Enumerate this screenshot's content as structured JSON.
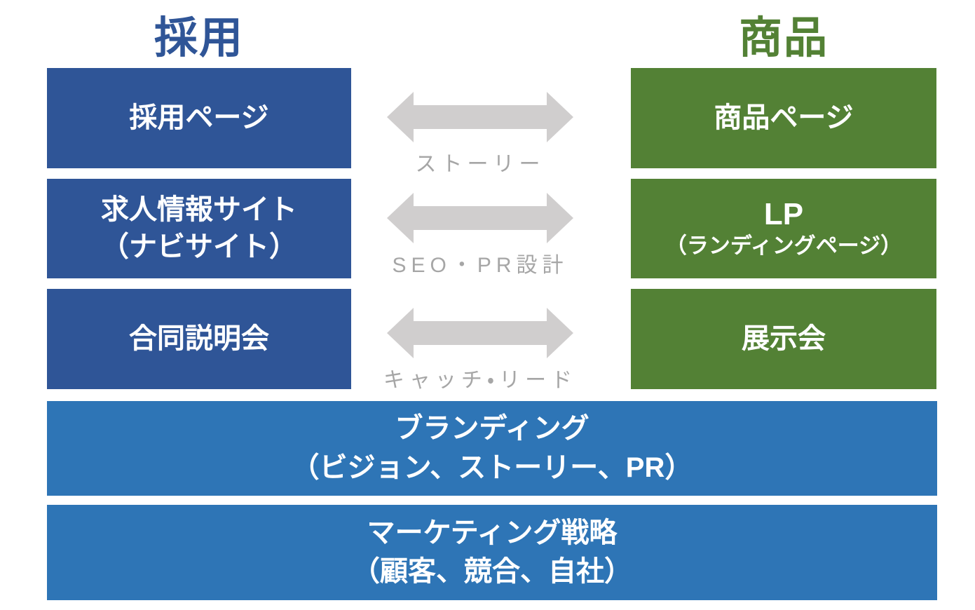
{
  "diagram": {
    "title_context": "recruitment-vs-product-marketing-diagram",
    "colors": {
      "recruit_accent": "#2F5597",
      "product_accent": "#538135",
      "foundation_accent": "#2E75B6",
      "arrow_fill": "#D0CECE",
      "connector_label_text": "#A6A6A6",
      "box_text": "#FFFFFF",
      "background": "#FFFFFF"
    },
    "columns": {
      "recruit": {
        "header": "採用",
        "boxes": [
          {
            "lines": [
              "採用ページ"
            ]
          },
          {
            "lines": [
              "求人情報サイト",
              "（ナビサイト）"
            ]
          },
          {
            "lines": [
              "合同説明会"
            ]
          }
        ]
      },
      "product": {
        "header": "商品",
        "boxes": [
          {
            "lines": [
              "商品ページ"
            ]
          },
          {
            "lines": [
              "LP",
              "（ランディングページ）"
            ]
          },
          {
            "lines": [
              "展示会"
            ]
          }
        ]
      }
    },
    "connectors": [
      {
        "icon": "double-arrow-icon",
        "label": "ストーリー"
      },
      {
        "icon": "double-arrow-icon",
        "label": "SEO・PR設計"
      },
      {
        "icon": "double-arrow-icon",
        "label": "キャッチ・リード"
      }
    ],
    "foundation": [
      {
        "lines": [
          "ブランディング",
          "（ビジョン、ストーリー、PR）"
        ]
      },
      {
        "lines": [
          "マーケティング戦略",
          "（顧客、競合、自社）"
        ]
      }
    ]
  }
}
